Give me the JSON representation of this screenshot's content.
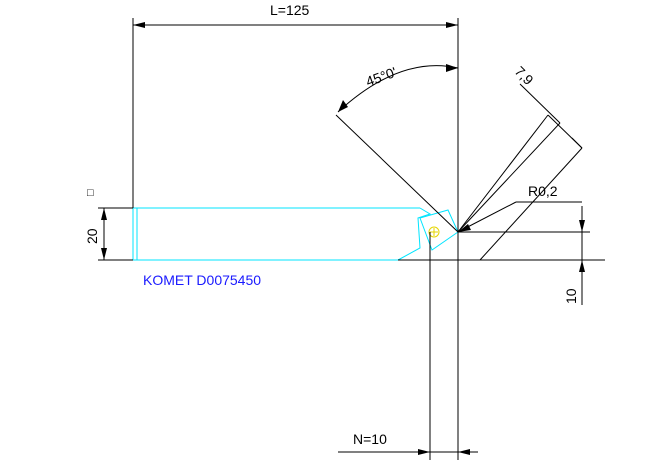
{
  "dimensions": {
    "length": "L=125",
    "angle": "45°0'",
    "diagonal": "7,9",
    "radius": "R0,2",
    "shank_height": "20",
    "offset": "10",
    "nose_position": "N=10"
  },
  "tool": {
    "label": "KOMET D0075450",
    "label_color": "#1a1aff"
  },
  "colors": {
    "dimension": "#000000",
    "tool_outline": "#00e5ff",
    "insert_center": "#e6d600"
  },
  "symbols": {
    "square_marker": "□"
  }
}
